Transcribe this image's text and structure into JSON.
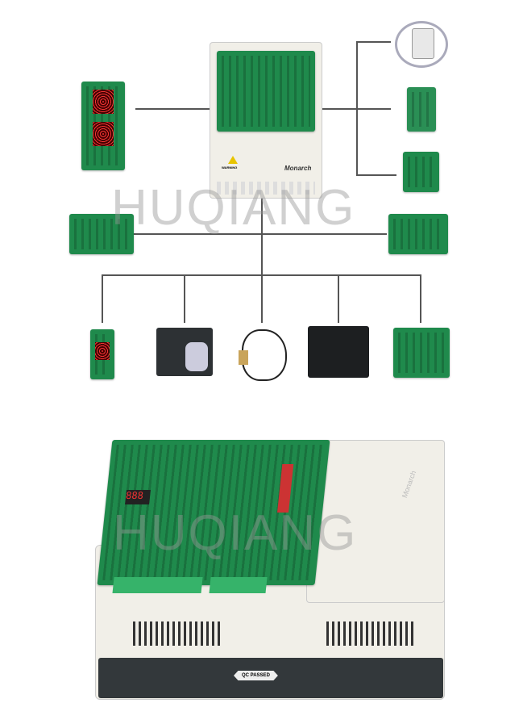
{
  "watermark": "HUQIANG",
  "controller": {
    "brand": "Monarch",
    "warning_label": "WARNING"
  },
  "bottom_unit": {
    "qc_label": "QC PASSED",
    "brand": "Monarch"
  },
  "colors": {
    "pcb": "#1f8a4c",
    "case": "#f1efe8",
    "lines": "#555555"
  }
}
